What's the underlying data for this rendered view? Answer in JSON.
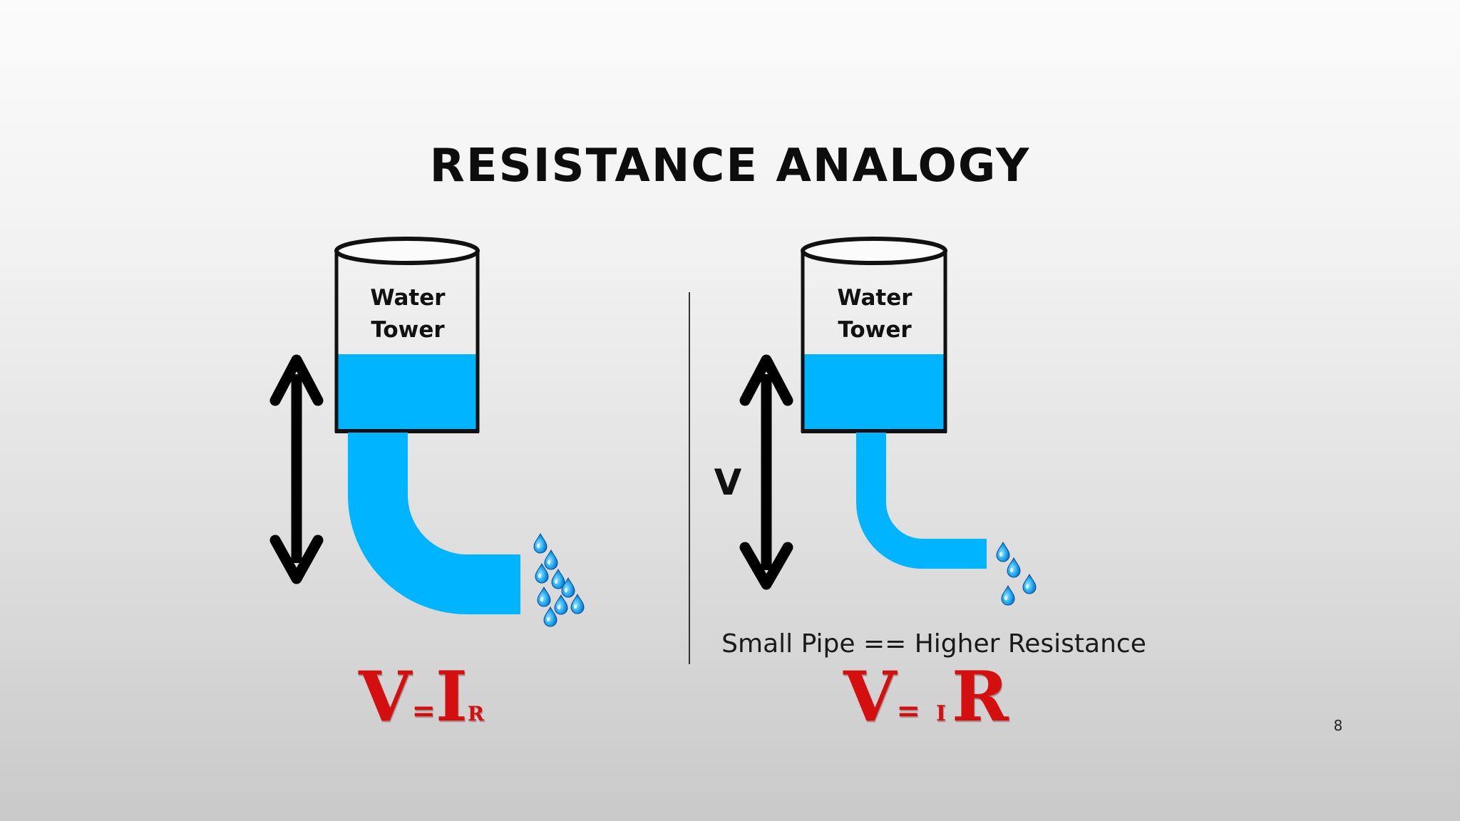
{
  "slide": {
    "title": "RESISTANCE ANALOGY",
    "page_number": "8"
  },
  "left_panel": {
    "tower_label_line1": "Water",
    "tower_label_line2": "Tower",
    "formula": {
      "v": "V",
      "eq": "=",
      "i": "I",
      "r": "R"
    }
  },
  "right_panel": {
    "tower_label_line1": "Water",
    "tower_label_line2": "Tower",
    "arrow_label": "V",
    "caption": "Small Pipe == Higher Resistance",
    "formula": {
      "v": "V",
      "eq": "=",
      "i": "I",
      "r": "R"
    }
  },
  "colors": {
    "water": "#00b4ff",
    "formula_red": "#d40f0f",
    "outline": "#111111"
  }
}
